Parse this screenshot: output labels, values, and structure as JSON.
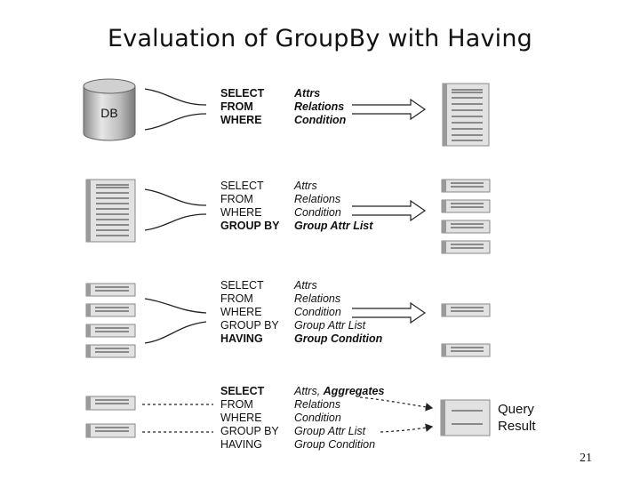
{
  "title": "Evaluation of GroupBy with Having",
  "page_number": "21",
  "db_label": "DB",
  "result_label_line1": "Query",
  "result_label_line2": "Result",
  "rows": [
    {
      "keywords": [
        {
          "text": "SELECT",
          "bold": true
        },
        {
          "text": "FROM",
          "bold": true
        },
        {
          "text": "WHERE",
          "bold": true
        }
      ],
      "args": [
        {
          "text": "Attrs",
          "bold": true
        },
        {
          "text": "Relations",
          "bold": true
        },
        {
          "text": "Condition",
          "bold": true
        }
      ]
    },
    {
      "keywords": [
        {
          "text": "SELECT",
          "bold": false
        },
        {
          "text": "FROM",
          "bold": false
        },
        {
          "text": "WHERE",
          "bold": false
        },
        {
          "text": "GROUP BY",
          "bold": true
        }
      ],
      "args": [
        {
          "text": "Attrs",
          "bold": false
        },
        {
          "text": "Relations",
          "bold": false
        },
        {
          "text": "Condition",
          "bold": false
        },
        {
          "text": "Group Attr List",
          "bold": true
        }
      ]
    },
    {
      "keywords": [
        {
          "text": "SELECT",
          "bold": false
        },
        {
          "text": "FROM",
          "bold": false
        },
        {
          "text": "WHERE",
          "bold": false
        },
        {
          "text": "GROUP BY",
          "bold": false
        },
        {
          "text": "HAVING",
          "bold": true
        }
      ],
      "args": [
        {
          "text": "Attrs",
          "bold": false
        },
        {
          "text": "Relations",
          "bold": false
        },
        {
          "text": "Condition",
          "bold": false
        },
        {
          "text": "Group Attr List",
          "bold": false
        },
        {
          "text": "Group Condition",
          "bold": true
        }
      ]
    },
    {
      "keywords": [
        {
          "text": "SELECT",
          "bold": true
        },
        {
          "text": "FROM",
          "bold": false
        },
        {
          "text": "WHERE",
          "bold": false
        },
        {
          "text": "GROUP BY",
          "bold": false
        },
        {
          "text": "HAVING",
          "bold": false
        }
      ],
      "args_first_prefix": "Attrs, ",
      "args_first_bold": "Aggregates",
      "args": [
        {
          "text": "Relations",
          "bold": false
        },
        {
          "text": "Condition",
          "bold": false
        },
        {
          "text": "Group Attr List",
          "bold": false
        },
        {
          "text": "Group Condition",
          "bold": false
        }
      ]
    }
  ]
}
